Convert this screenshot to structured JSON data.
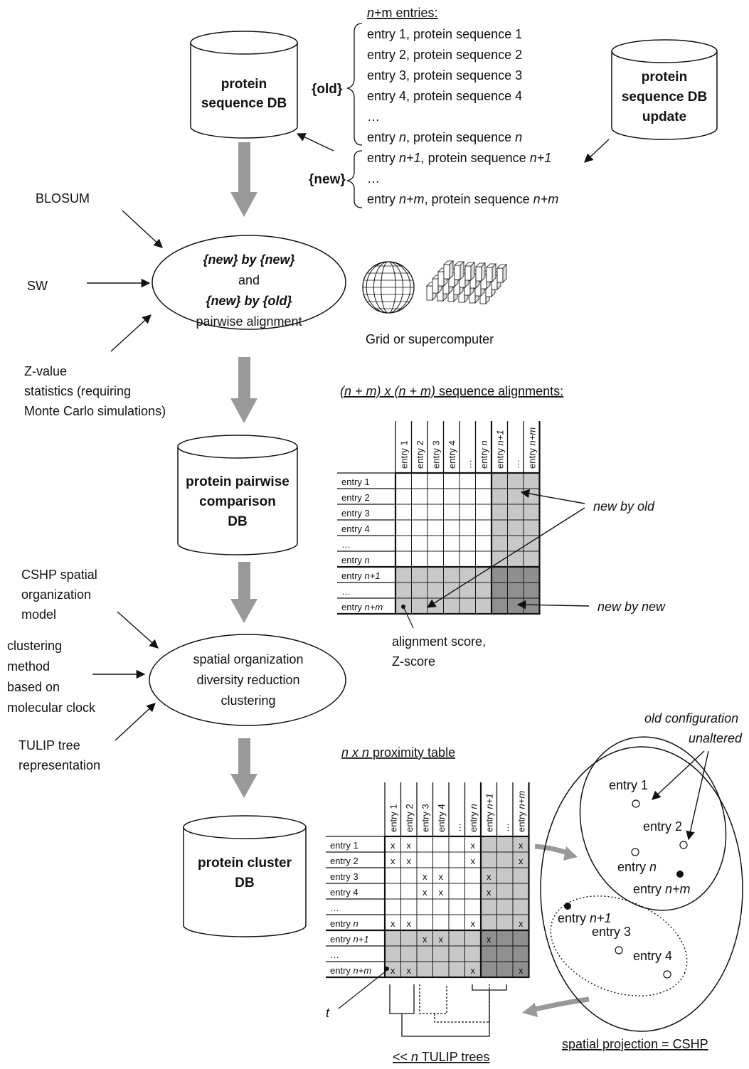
{
  "db_top": {
    "line1": "protein",
    "line2": "sequence DB"
  },
  "db_update": {
    "line1": "protein",
    "line2": "sequence DB",
    "line3": "update"
  },
  "entries_header": {
    "prefix": "n",
    "rest": "+m entries:"
  },
  "group_old": "{old}",
  "group_new": "{new}",
  "entries": {
    "e1": "entry 1, protein sequence 1",
    "e2": "entry 2, protein sequence 2",
    "e3": "entry 3, protein sequence 3",
    "e4": "entry 4, protein sequence 4",
    "ellipsis": "…",
    "en_a": "entry ",
    "en_b": "n",
    "en_c": ", protein sequence ",
    "en_d": "n",
    "en1_a": "entry ",
    "en1_b": "n+1",
    "en1_c": ", protein sequence ",
    "en1_d": "n+1",
    "ellipsis2": "…",
    "enm_a": "entry ",
    "enm_b": "n+m",
    "enm_c": ", protein sequence ",
    "enm_d": "n+m"
  },
  "inputs1": {
    "blosum": "BLOSUM",
    "sw": "SW",
    "z1": "Z-value",
    "z2": "statistics (requiring",
    "z3": "Monte Carlo simulations)"
  },
  "align_ellipse": {
    "l1": "{new} by {new}",
    "l2": "and",
    "l3": "{new} by {old}",
    "l4": "pairwise alignment"
  },
  "grid_label": "Grid or supercomputer",
  "matrix1": {
    "title_a": "(n + m) x (n + m)",
    "title_b": " sequence alignments:",
    "cols": [
      "entry 1",
      "entry 2",
      "entry 3",
      "entry 4",
      "…",
      "entry n",
      "entry n+1",
      "…",
      "entry n+m"
    ],
    "rows": [
      "entry 1",
      "entry 2",
      "entry 3",
      "entry 4",
      "…",
      "entry n",
      "entry n+1",
      "…",
      "entry n+m"
    ],
    "new_by_old": "new by old",
    "new_by_new": "new by new",
    "score1": "alignment score,",
    "score2": "Z-score"
  },
  "db_pairwise": {
    "l1": "protein pairwise",
    "l2": "comparison",
    "l3": "DB"
  },
  "inputs2": {
    "cshp1": "CSHP spatial",
    "cshp2": "organization",
    "cshp3": "model",
    "cl1": "clustering",
    "cl2": "method",
    "cl3": "based on",
    "cl4": "molecular clock",
    "tul1": "TULIP tree",
    "tul2": "representation"
  },
  "cluster_ellipse": {
    "l1": "spatial organization",
    "l2": "diversity reduction",
    "l3": "clustering"
  },
  "db_cluster": {
    "l1": "protein cluster",
    "l2": "DB"
  },
  "matrix2": {
    "title_a": "n x n",
    "title_b": " proximity table",
    "cols": [
      "entry 1",
      "entry 2",
      "entry 3",
      "entry 4",
      "…",
      "entry n",
      "entry n+1",
      "…",
      "entry n+m"
    ],
    "rows": [
      "entry 1",
      "entry 2",
      "entry 3",
      "entry 4",
      "…",
      "entry n",
      "entry n+1",
      "…",
      "entry n+m"
    ],
    "mark": "x",
    "t_label": "t",
    "trees_a": "<< ",
    "trees_b": "n",
    "trees_c": " TULIP trees"
  },
  "cshp": {
    "old1": "old configuration",
    "old2": "unaltered",
    "p_e1": "entry 1",
    "p_e2": "entry 2",
    "p_en_a": "entry ",
    "p_en_b": "n",
    "p_enm_a": "entry ",
    "p_enm_b": "n+m",
    "p_en1_a": "entry ",
    "p_en1_b": "n+1",
    "p_e3": "entry 3",
    "p_e4": "entry 4",
    "caption": "spatial projection = CSHP"
  },
  "colors": {
    "arrow_gray": "#999999",
    "cell_light": "#c8c8c8",
    "cell_dark": "#8f8f8f"
  }
}
